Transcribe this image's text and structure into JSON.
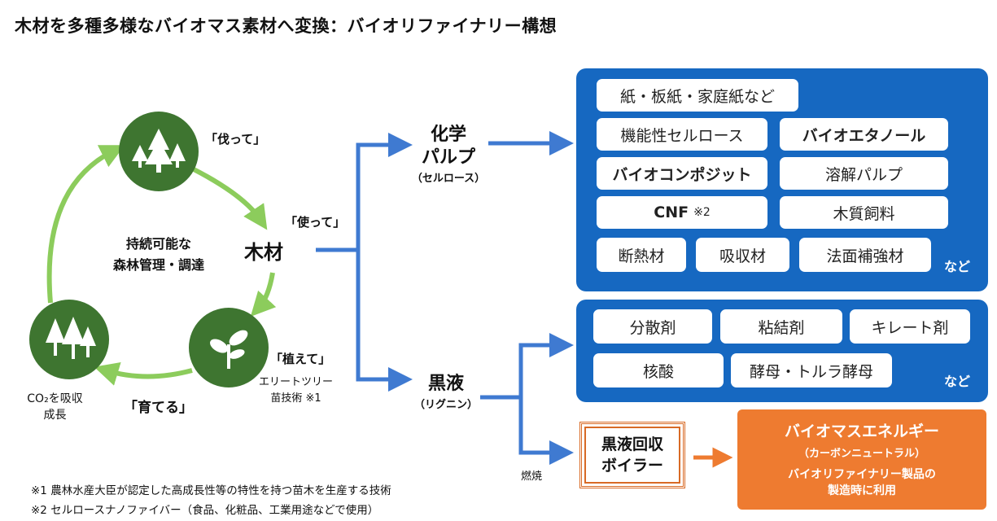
{
  "title": "木材を多種多様なバイオマス素材へ変換：バイオリファイナリー構想",
  "cycle": {
    "center_line1": "持続可能な",
    "center_line2": "森林管理・調達",
    "cut": "「伐って」",
    "use": "「使って」",
    "plant": "「植えて」",
    "plant_sub1": "エリートツリー",
    "plant_sub2": "苗技術 ※1",
    "grow": "「育てる」",
    "co2_line1": "CO₂を吸収",
    "co2_line2": "成長"
  },
  "wood": "木材",
  "pulp": {
    "line1": "化学",
    "line2": "パルプ",
    "sub": "（セルロース）"
  },
  "black_liquor": {
    "label": "黒液",
    "sub": "（リグニン）"
  },
  "pulp_products": {
    "items": [
      "紙・板紙・家庭紙など",
      "機能性セルロース",
      "バイオエタノール",
      "バイオコンポジット",
      "溶解パルプ",
      "CNF",
      "木質飼料",
      "断熱材",
      "吸収材",
      "法面補強材"
    ],
    "cnf_note": "※2",
    "etc": "など"
  },
  "lignin_products": {
    "items": [
      "分散剤",
      "粘結剤",
      "キレート剤",
      "核酸",
      "酵母・トルラ酵母"
    ],
    "etc": "など"
  },
  "combustion": "燃焼",
  "boiler": {
    "line1": "黒液回収",
    "line2": "ボイラー"
  },
  "energy": {
    "line1": "バイオマスエネルギー",
    "line2": "（カーボンニュートラル）",
    "line3": "バイオリファイナリー製品の",
    "line4": "製造時に利用"
  },
  "notes": [
    "※1 農林水産大臣が認定した高成長性等の特性を持つ苗木を生産する技術",
    "※2 セルロースナノファイバー（食品、化粧品、工業用途などで使用）"
  ],
  "colors": {
    "forest_green": "#3e7530",
    "cycle_arrow": "#8ccc5c",
    "flow_blue": "#3f7ad1",
    "panel_blue": "#1668c1",
    "orange": "#ee7b30"
  }
}
